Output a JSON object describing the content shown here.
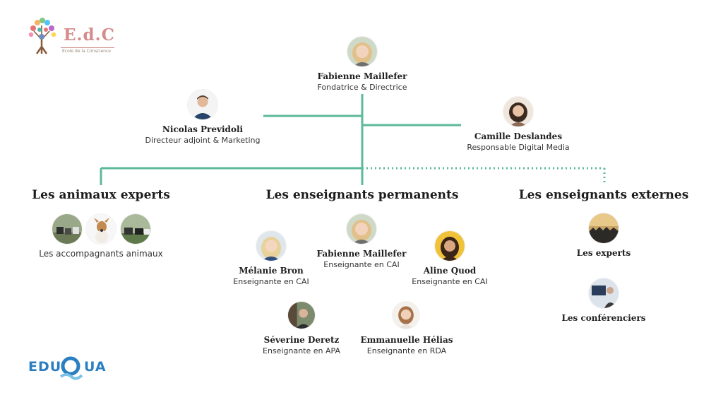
{
  "logo": {
    "brand": "E.d.C",
    "tagline": "Ecole de la Conscience",
    "tree_icon": "tree-icon"
  },
  "certification": {
    "part1": "EDU",
    "part2": "UA",
    "q_icon": "q-wave-icon"
  },
  "colors": {
    "connector": "#5cb99a",
    "brand_pink": "#d58b8b",
    "eduqua_blue": "#2b7fc1"
  },
  "top": {
    "director": {
      "name": "Fabienne Maillefer",
      "role": "Fondatrice & Directrice"
    },
    "deputy": {
      "name": "Nicolas Previdoli",
      "role": "Directeur adjoint & Marketing"
    },
    "media": {
      "name": "Camille Deslandes",
      "role": "Responsable Digital Media"
    }
  },
  "sections": {
    "animals": {
      "title": "Les animaux experts",
      "caption": "Les accompagnants animaux"
    },
    "permanent": {
      "title": "Les enseignants permanents",
      "members": [
        {
          "name": "Fabienne Maillefer",
          "role": "Enseignante en CAI"
        },
        {
          "name": "Mélanie Bron",
          "role": "Enseignante en CAI"
        },
        {
          "name": "Aline Quod",
          "role": "Enseignante en CAI"
        },
        {
          "name": "Séverine Deretz",
          "role": "Enseignante en APA"
        },
        {
          "name": "Emmanuelle Hélias",
          "role": "Enseignante en RDA"
        }
      ]
    },
    "external": {
      "title": "Les enseignants externes",
      "groups": [
        {
          "label": "Les experts"
        },
        {
          "label": "Les conférenciers"
        }
      ]
    }
  }
}
